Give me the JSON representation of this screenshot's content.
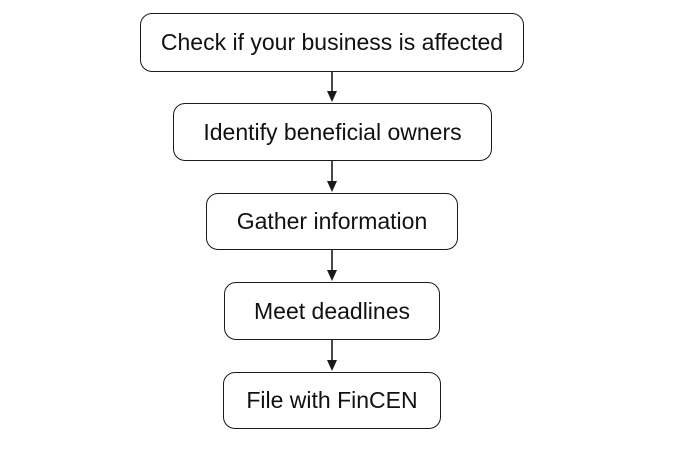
{
  "flowchart": {
    "steps": [
      {
        "label": "Check if your business is affected"
      },
      {
        "label": "Identify beneficial owners"
      },
      {
        "label": "Gather information"
      },
      {
        "label": "Meet deadlines"
      },
      {
        "label": "File with FinCEN"
      }
    ],
    "connectors": [
      {
        "from": 0,
        "to": 1
      },
      {
        "from": 1,
        "to": 2
      },
      {
        "from": 2,
        "to": 3
      },
      {
        "from": 3,
        "to": 4
      }
    ]
  },
  "colors": {
    "background": "#ffffff",
    "stroke": "#1a1a1a",
    "text": "#111111"
  }
}
